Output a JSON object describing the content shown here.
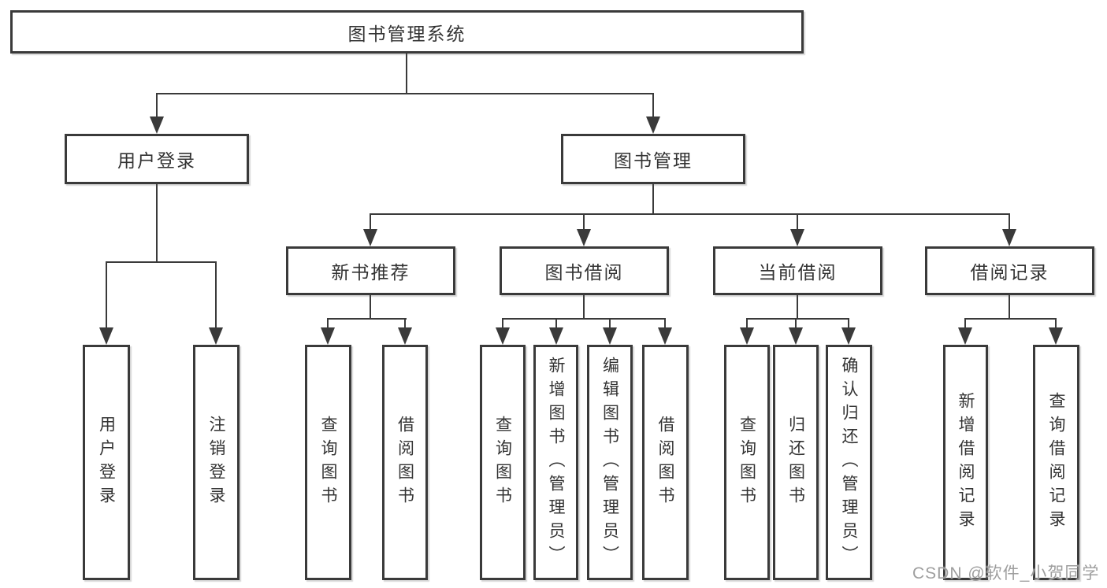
{
  "tree": {
    "root": {
      "label": "图书管理系统"
    },
    "branches": [
      {
        "label": "用户登录",
        "children": [
          {
            "label": "用户登录"
          },
          {
            "label": "注销登录"
          }
        ]
      },
      {
        "label": "图书管理",
        "children": [
          {
            "label": "新书推荐",
            "children": [
              {
                "label": "查询图书"
              },
              {
                "label": "借阅图书"
              }
            ]
          },
          {
            "label": "图书借阅",
            "children": [
              {
                "label": "查询图书"
              },
              {
                "label": "新增图书（管理员）"
              },
              {
                "label": "编辑图书（管理员）"
              },
              {
                "label": "借阅图书"
              }
            ]
          },
          {
            "label": "当前借阅",
            "children": [
              {
                "label": "查询图书"
              },
              {
                "label": "归还图书"
              },
              {
                "label": "确认归还（管理员）"
              }
            ]
          },
          {
            "label": "借阅记录",
            "children": [
              {
                "label": "新增借阅记录"
              },
              {
                "label": "查询借阅记录"
              }
            ]
          }
        ]
      }
    ]
  },
  "watermark": {
    "text": "CSDN @软件_小贺同学"
  },
  "colors": {
    "line": "#3a3a3a",
    "box_border": "#3a3a3a",
    "box_fill": "#ffffff",
    "text": "#333333",
    "watermark": "#9e9e9e",
    "background": "#ffffff"
  }
}
